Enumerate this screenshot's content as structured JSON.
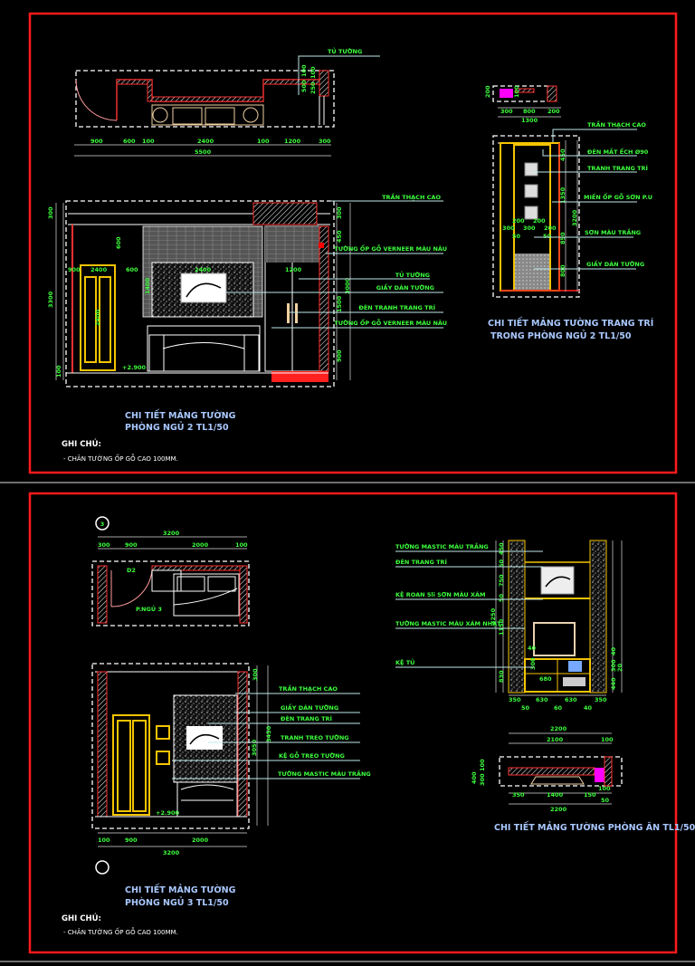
{
  "colors": {
    "frame": "#ff1a1a",
    "annotation": "#3dff3d",
    "title": "#a9c8ff",
    "wall": "#ff3030",
    "accent_magenta": "#ff00ff",
    "wood": "#f4c400"
  },
  "sheet1": {
    "plan_callout": "TỦ TƯỜNG",
    "plan_dims": [
      "900",
      "600",
      "100",
      "2400",
      "100",
      "1200",
      "300"
    ],
    "plan_total": "5500",
    "plan_vdims": [
      "500",
      "100",
      "250",
      "100"
    ],
    "elev_callouts": [
      "TRẦN THẠCH CAO",
      "TƯỜNG ỐP GỖ VERNEER MÀU NÂU",
      "TỦ TƯỜNG",
      "GIẤY DÁN TƯỜNG",
      "ĐÈN TRANH TRANG TRÍ",
      "TƯỜNG ỐP GỖ VERNEER MÀU NÂU"
    ],
    "elev_dims": {
      "left": [
        "300",
        "3300",
        "2400",
        "100"
      ],
      "right": [
        "300",
        "450",
        "1500",
        "3000",
        "900"
      ],
      "inner": [
        "600",
        "2400",
        "1400",
        "900",
        "600",
        "2400",
        "1200"
      ]
    },
    "elev_level": "+2.900",
    "title_line1": "CHI TIẾT MẢNG TƯỜNG",
    "title_line2": "PHÒNG NGỦ 2 TL1/50",
    "note_heading": "GHI CHÚ:",
    "note_text": "- CHÂN TƯỜNG ỐP GỖ CAO 100MM.",
    "decor_plan_dims": [
      "300",
      "800",
      "200"
    ],
    "decor_plan_total": "1300",
    "decor_plan_vdims": [
      "200",
      "100"
    ],
    "decor_callouts": [
      "TRẦN THẠCH CAO",
      "ĐÈN MẮT ẾCH Ø90",
      "TRANH TRANG TRÍ",
      "MIẾN ỐP GỖ SƠN P.U",
      "SƠN MÀU TRẮNG",
      "GIẤY DÁN TƯỜNG"
    ],
    "decor_dims": [
      "450",
      "1350",
      "850",
      "800",
      "3200",
      "300",
      "200",
      "300",
      "200",
      "200",
      "50",
      "50"
    ],
    "decor_title_line1": "CHI TIẾT MẢNG TƯỜNG TRANG TRÍ",
    "decor_title_line2": "TRONG PHÒNG NGỦ 2 TL1/50"
  },
  "sheet2": {
    "axis_marker": "3",
    "plan_total": "3200",
    "plan_dims": [
      "300",
      "900",
      "2000",
      "100"
    ],
    "plan_door": "D2",
    "plan_room": "P.NGỦ 3",
    "elev_callouts": [
      "TRẦN THẠCH CAO",
      "GIẤY DÁN TƯỜNG",
      "ĐÈN TRANG TRÍ",
      "TRANH TREO TƯỜNG",
      "KỆ GỖ TREO TƯỜNG",
      "TƯỜNG MASTIC MÀU TRẮNG"
    ],
    "elev_dims": [
      "300",
      "3050",
      "3450",
      "100",
      "900",
      "2000",
      "3200"
    ],
    "elev_level": "+2.900",
    "title_line1": "CHI TIẾT MẢNG TƯỜNG",
    "title_line2": "PHÒNG NGỦ 3 TL1/50",
    "note_heading": "GHI CHÚ:",
    "note_text": "- CHÂN TƯỜNG ỐP GỖ CAO 100MM.",
    "dining_callouts": [
      "TƯỜNG MASTIC MÀU TRẮNG",
      "ĐÈN TRANG TRÍ",
      "KỆ ROAN 5li SƠN MÀU XÁM",
      "TƯỜNG MASTIC MÀU XÁM NHẠT",
      "KỆ TỦ"
    ],
    "dining_vdims": [
      "450",
      "50",
      "750",
      "50",
      "1150",
      "40",
      "300",
      "20",
      "440",
      "830",
      "3250"
    ],
    "dining_hdims": [
      "350",
      "50",
      "630",
      "60",
      "630",
      "40",
      "350"
    ],
    "dining_inner": [
      "680",
      "40",
      "300"
    ],
    "dining_plan_dims": [
      "2200",
      "2100",
      "100",
      "350",
      "1400",
      "150",
      "100",
      "50",
      "2200"
    ],
    "dining_plan_vdims": [
      "400",
      "300",
      "100"
    ],
    "dining_title": "CHI TIẾT MẢNG TƯỜNG PHÒNG ĂN TL1/50"
  }
}
